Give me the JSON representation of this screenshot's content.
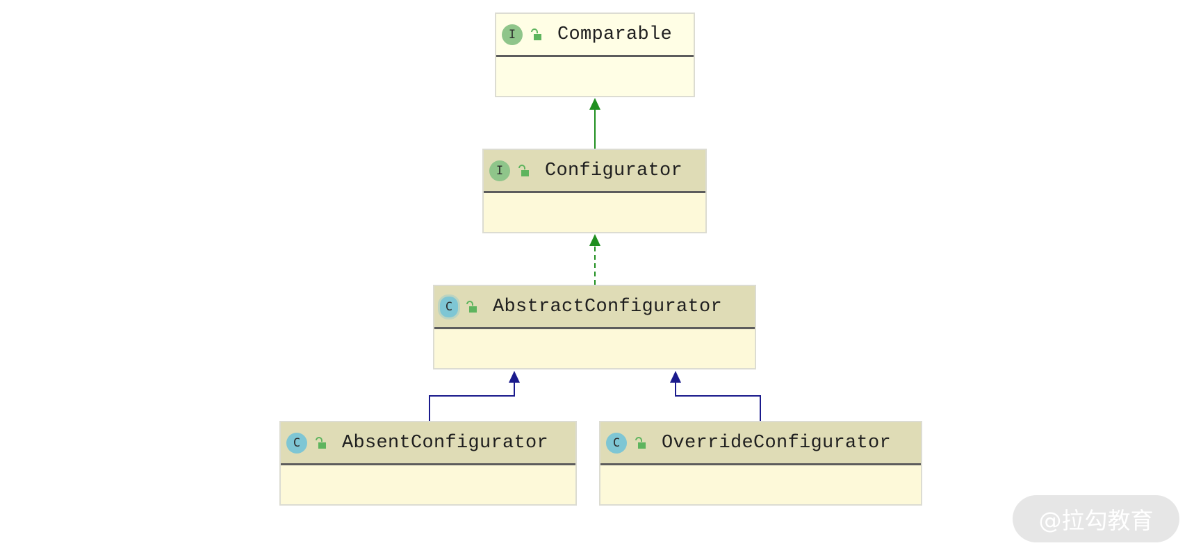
{
  "diagram": {
    "nodes": {
      "comparable": {
        "name": "Comparable",
        "kind": "I",
        "kind_icon": "interface-icon",
        "visibility_icon": "unlock-icon"
      },
      "configurator": {
        "name": "Configurator",
        "kind": "I",
        "kind_icon": "interface-icon",
        "visibility_icon": "unlock-icon"
      },
      "abstract_configurator": {
        "name": "AbstractConfigurator",
        "kind": "C",
        "kind_icon": "abstract-class-icon",
        "visibility_icon": "unlock-icon"
      },
      "absent_configurator": {
        "name": "AbsentConfigurator",
        "kind": "C",
        "kind_icon": "class-icon",
        "visibility_icon": "unlock-icon"
      },
      "override_configurator": {
        "name": "OverrideConfigurator",
        "kind": "C",
        "kind_icon": "class-icon",
        "visibility_icon": "unlock-icon"
      }
    },
    "edges": [
      {
        "from": "configurator",
        "to": "comparable",
        "type": "extends",
        "color": "#1f8f1f"
      },
      {
        "from": "abstract_configurator",
        "to": "configurator",
        "type": "implements",
        "color": "#1f8f1f"
      },
      {
        "from": "absent_configurator",
        "to": "abstract_configurator",
        "type": "extends",
        "color": "#1a1a8c"
      },
      {
        "from": "override_configurator",
        "to": "abstract_configurator",
        "type": "extends",
        "color": "#1a1a8c"
      }
    ],
    "colors": {
      "interface_badge": "#8fc58a",
      "class_badge": "#7ec6d4",
      "header_fill": "#dfdcb6",
      "body_fill": "#fdf9d9"
    }
  },
  "watermark": {
    "text": "@拉勾教育"
  }
}
